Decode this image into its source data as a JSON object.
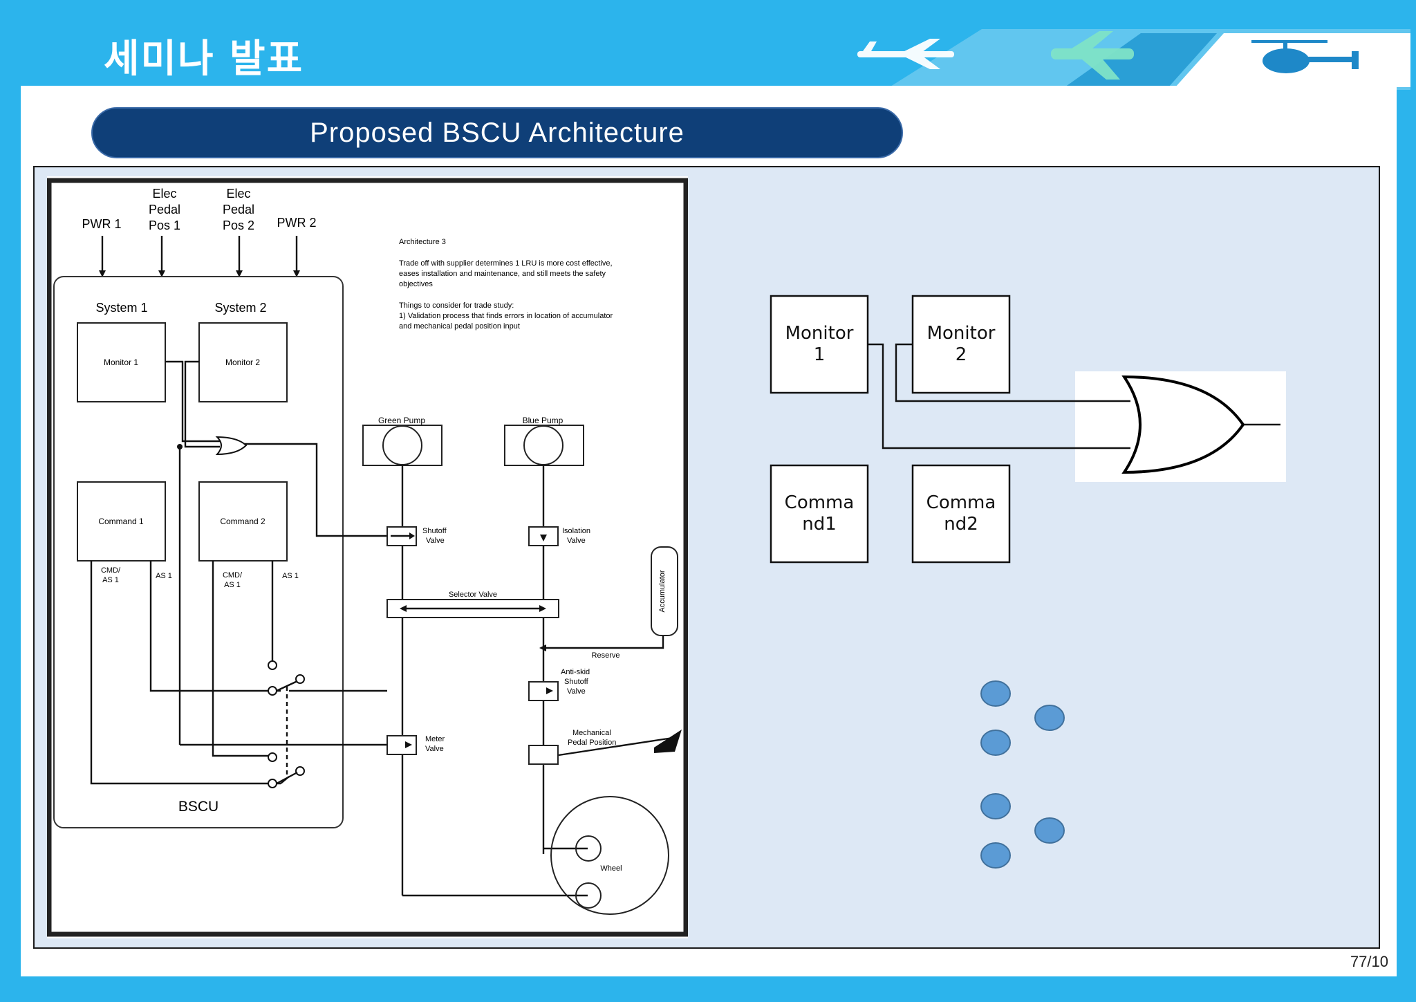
{
  "header": {
    "title": "세미나 발표"
  },
  "banner": {
    "title": "Proposed BSCU Architecture"
  },
  "footer": {
    "page_number": "77/10"
  },
  "scan": {
    "inputs": {
      "pwr1": "PWR 1",
      "elec1": [
        "Elec",
        "Pedal",
        "Pos 1"
      ],
      "elec2": [
        "Elec",
        "Pedal",
        "Pos 2"
      ],
      "pwr2": "PWR 2"
    },
    "system1": "System 1",
    "system2": "System 2",
    "monitor1": "Monitor 1",
    "monitor2": "Monitor 2",
    "command1": "Command 1",
    "command2": "Command 2",
    "cmd_as_1": [
      "CMD/",
      "AS 1"
    ],
    "as1_a": "AS 1",
    "cmd_as_2": [
      "CMD/",
      "AS 1"
    ],
    "as1_b": "AS 1",
    "bscu": "BSCU",
    "notes": {
      "heading": "Architecture 3",
      "para1": [
        "Trade off with supplier determines 1 LRU is more cost effective,",
        "eases installation and maintenance, and still meets the safety",
        "objectives"
      ],
      "para2": [
        "Things to consider for trade study:",
        "1) Validation process that finds errors in location of accumulator",
        "and mechanical pedal position input"
      ]
    },
    "green_pump": "Green Pump",
    "blue_pump": "Blue Pump",
    "shutoff_valve": [
      "Shutoff",
      "Valve"
    ],
    "isolation_valve": [
      "Isolation",
      "Valve"
    ],
    "selector_valve": "Selector Valve",
    "accumulator": "Accumulator",
    "reserve": "Reserve",
    "antiskid_valve": [
      "Anti-skid",
      "Shutoff",
      "Valve"
    ],
    "meter_valve": [
      "Meter",
      "Valve"
    ],
    "mechanical_pedal": [
      "Mechanical",
      "Pedal Position"
    ],
    "wheel": "Wheel"
  },
  "diagram": {
    "monitor1": "Monitor\n1",
    "monitor2": "Monitor\n2",
    "command1": "Comma\nnd1",
    "command2": "Comma\nnd2"
  },
  "colors": {
    "header_bg": "#2cb4ec",
    "banner_bg": "#0f3f78",
    "content_bg": "#dde8f5",
    "circle_fill": "#5b9bd5",
    "circle_stroke": "#41719c"
  },
  "icons": [
    "airplane-icon",
    "airplane-icon",
    "helicopter-icon"
  ]
}
